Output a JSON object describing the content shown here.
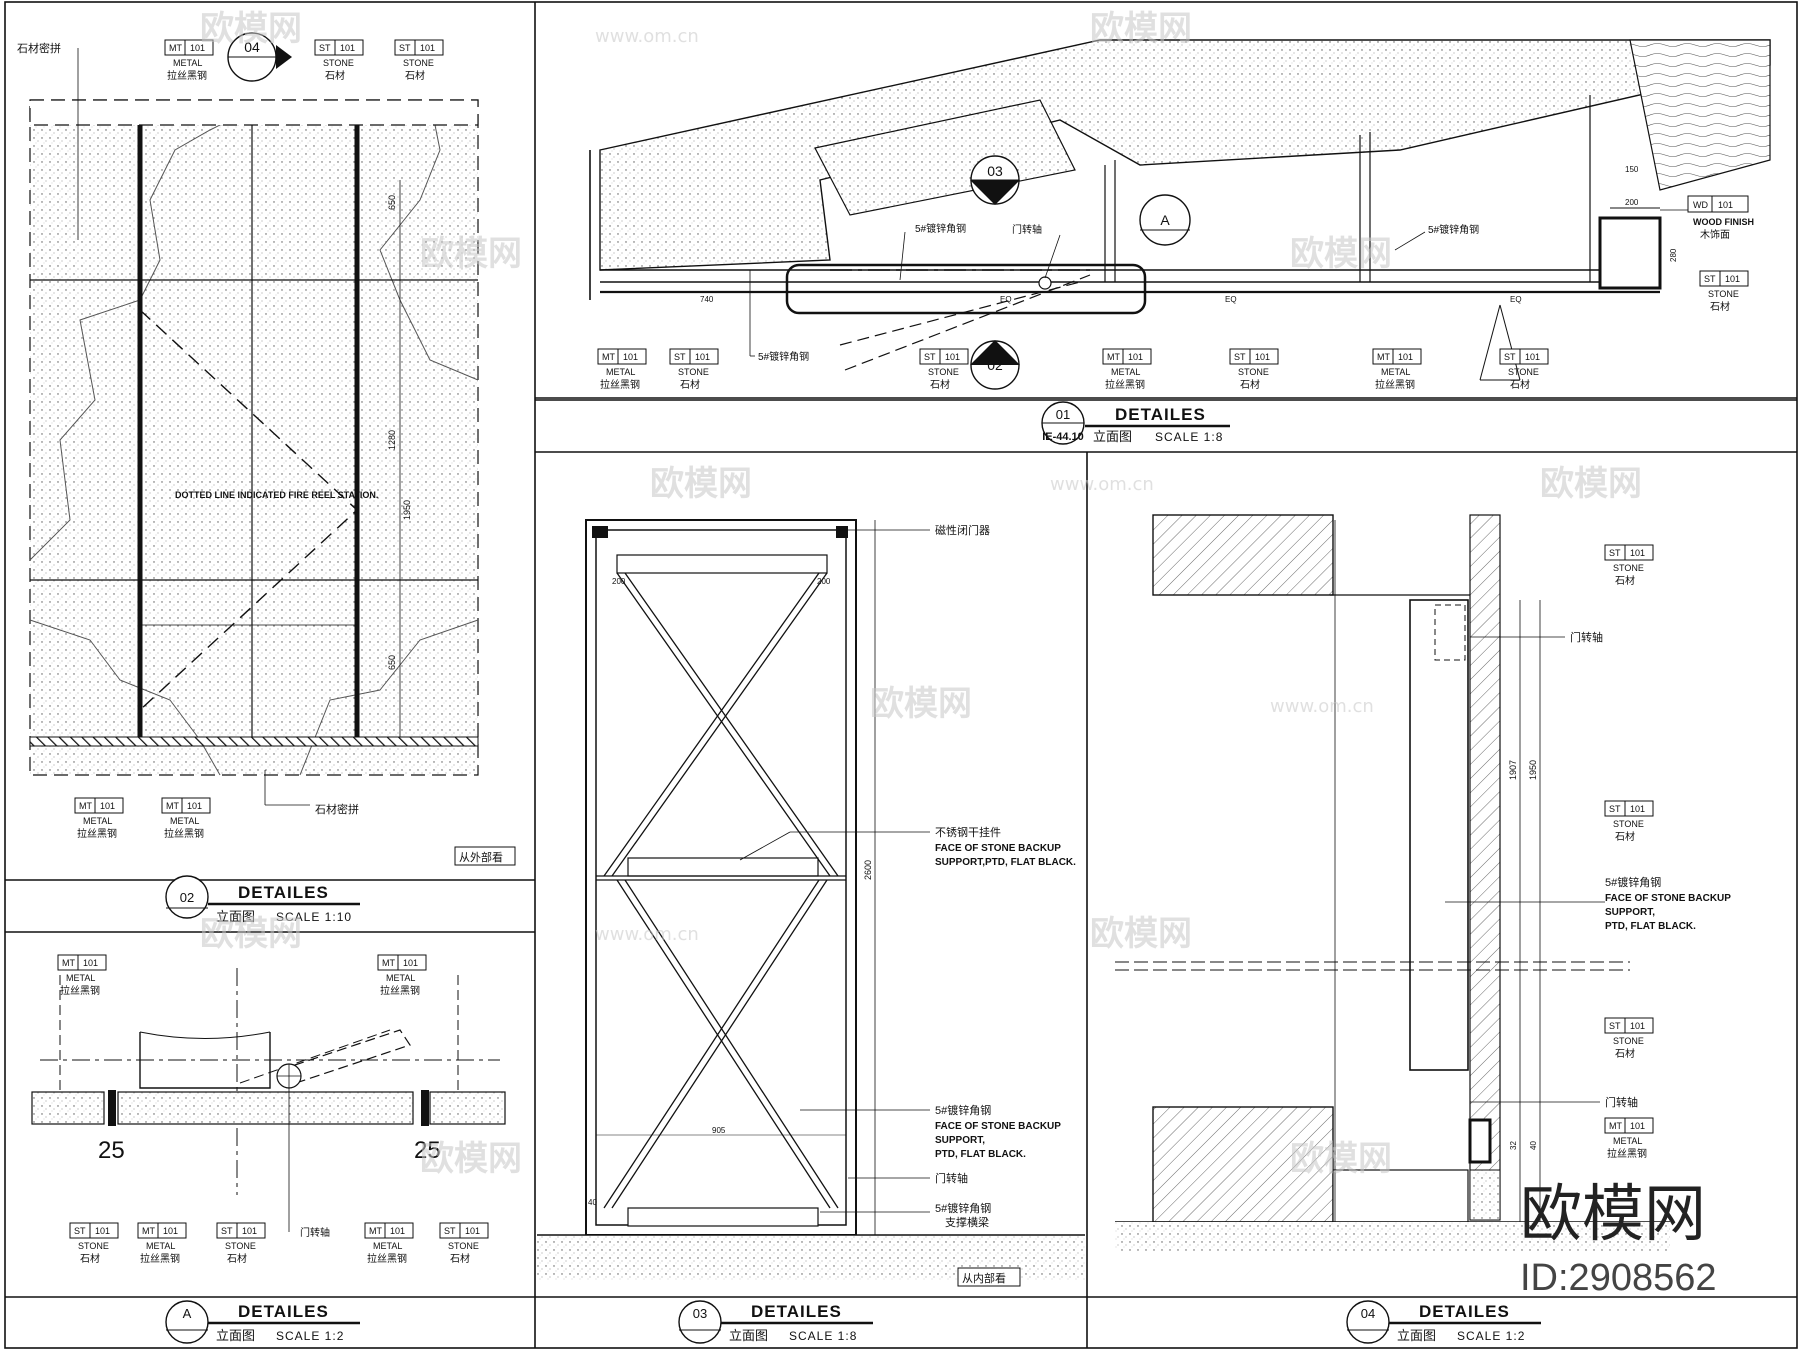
{
  "sheet": {
    "panel_01": {
      "number": "01",
      "ref": "IE-44.10",
      "title": "DETAILES",
      "subtitle": "立面图",
      "scale": "SCALE 1:8",
      "section_marks": [
        "03",
        "02",
        "A"
      ],
      "notes": [
        "5#镀锌角钢",
        "门转轴",
        "5#镀锌角钢",
        "5#镀锌角钢"
      ],
      "wood_tag": {
        "code": "WD",
        "num": "101",
        "en": "WOOD FINISH",
        "cn": "木饰面"
      },
      "dims": [
        "740",
        "EQ",
        "EQ",
        "EQ",
        "200",
        "280",
        "150"
      ]
    },
    "panel_02": {
      "number": "02",
      "title": "DETAILES",
      "subtitle": "立面图",
      "scale": "SCALE 1:10",
      "top_note": "石材密拼",
      "bottom_note": "石材密拼",
      "callout_mark": "04",
      "view_label": "从外部看",
      "fire_note": "DOTTED LINE INDICATED FIRE REEL STATION.",
      "dims": [
        "650",
        "1280",
        "1950",
        "650"
      ]
    },
    "panel_A": {
      "number": "A",
      "title": "DETAILES",
      "subtitle": "立面图",
      "scale": "SCALE 1:2",
      "gaps": [
        "25",
        "25"
      ],
      "hinge": "门转轴"
    },
    "panel_03": {
      "number": "03",
      "title": "DETAILES",
      "subtitle": "立面图",
      "scale": "SCALE 1:8",
      "view_label": "从内部看",
      "note_magnet": "磁性闭门器",
      "note_hanger_cn": "不锈钢干挂件",
      "note_hanger_en1": "FACE OF STONE BACKUP",
      "note_hanger_en2": "SUPPORT,PTD, FLAT BLACK.",
      "note_angle_cn": "5#镀锌角钢",
      "note_angle_en1": "FACE OF STONE BACKUP",
      "note_angle_en2": "SUPPORT,",
      "note_angle_en3": "PTD, FLAT BLACK.",
      "note_hinge": "门转轴",
      "note_beam1": "5#镀锌角钢",
      "note_beam2": "支撑横梁",
      "dims": [
        "200",
        "200",
        "2600",
        "905",
        "40"
      ]
    },
    "panel_04": {
      "number": "04",
      "title": "DETAILES",
      "subtitle": "立面图",
      "scale": "SCALE 1:2",
      "hinge_top": "门转轴",
      "angle_cn": "5#镀锌角钢",
      "angle_en1": "FACE OF STONE BACKUP",
      "angle_en2": "SUPPORT,",
      "angle_en3": "PTD, FLAT BLACK.",
      "hinge_bottom": "门转轴",
      "dims": [
        "1907",
        "1950",
        "32",
        "40"
      ]
    }
  },
  "tags": {
    "metal": {
      "code": "MT",
      "num": "101",
      "en": "METAL",
      "cn": "拉丝黑钢"
    },
    "stone": {
      "code": "ST",
      "num": "101",
      "en": "STONE",
      "cn": "石材"
    }
  },
  "watermark": {
    "brand": "欧模网",
    "url": "www.om.cn",
    "id": "ID:2908562"
  },
  "colors": {
    "ink": "#111111",
    "watermark": "#c8c8c8"
  }
}
